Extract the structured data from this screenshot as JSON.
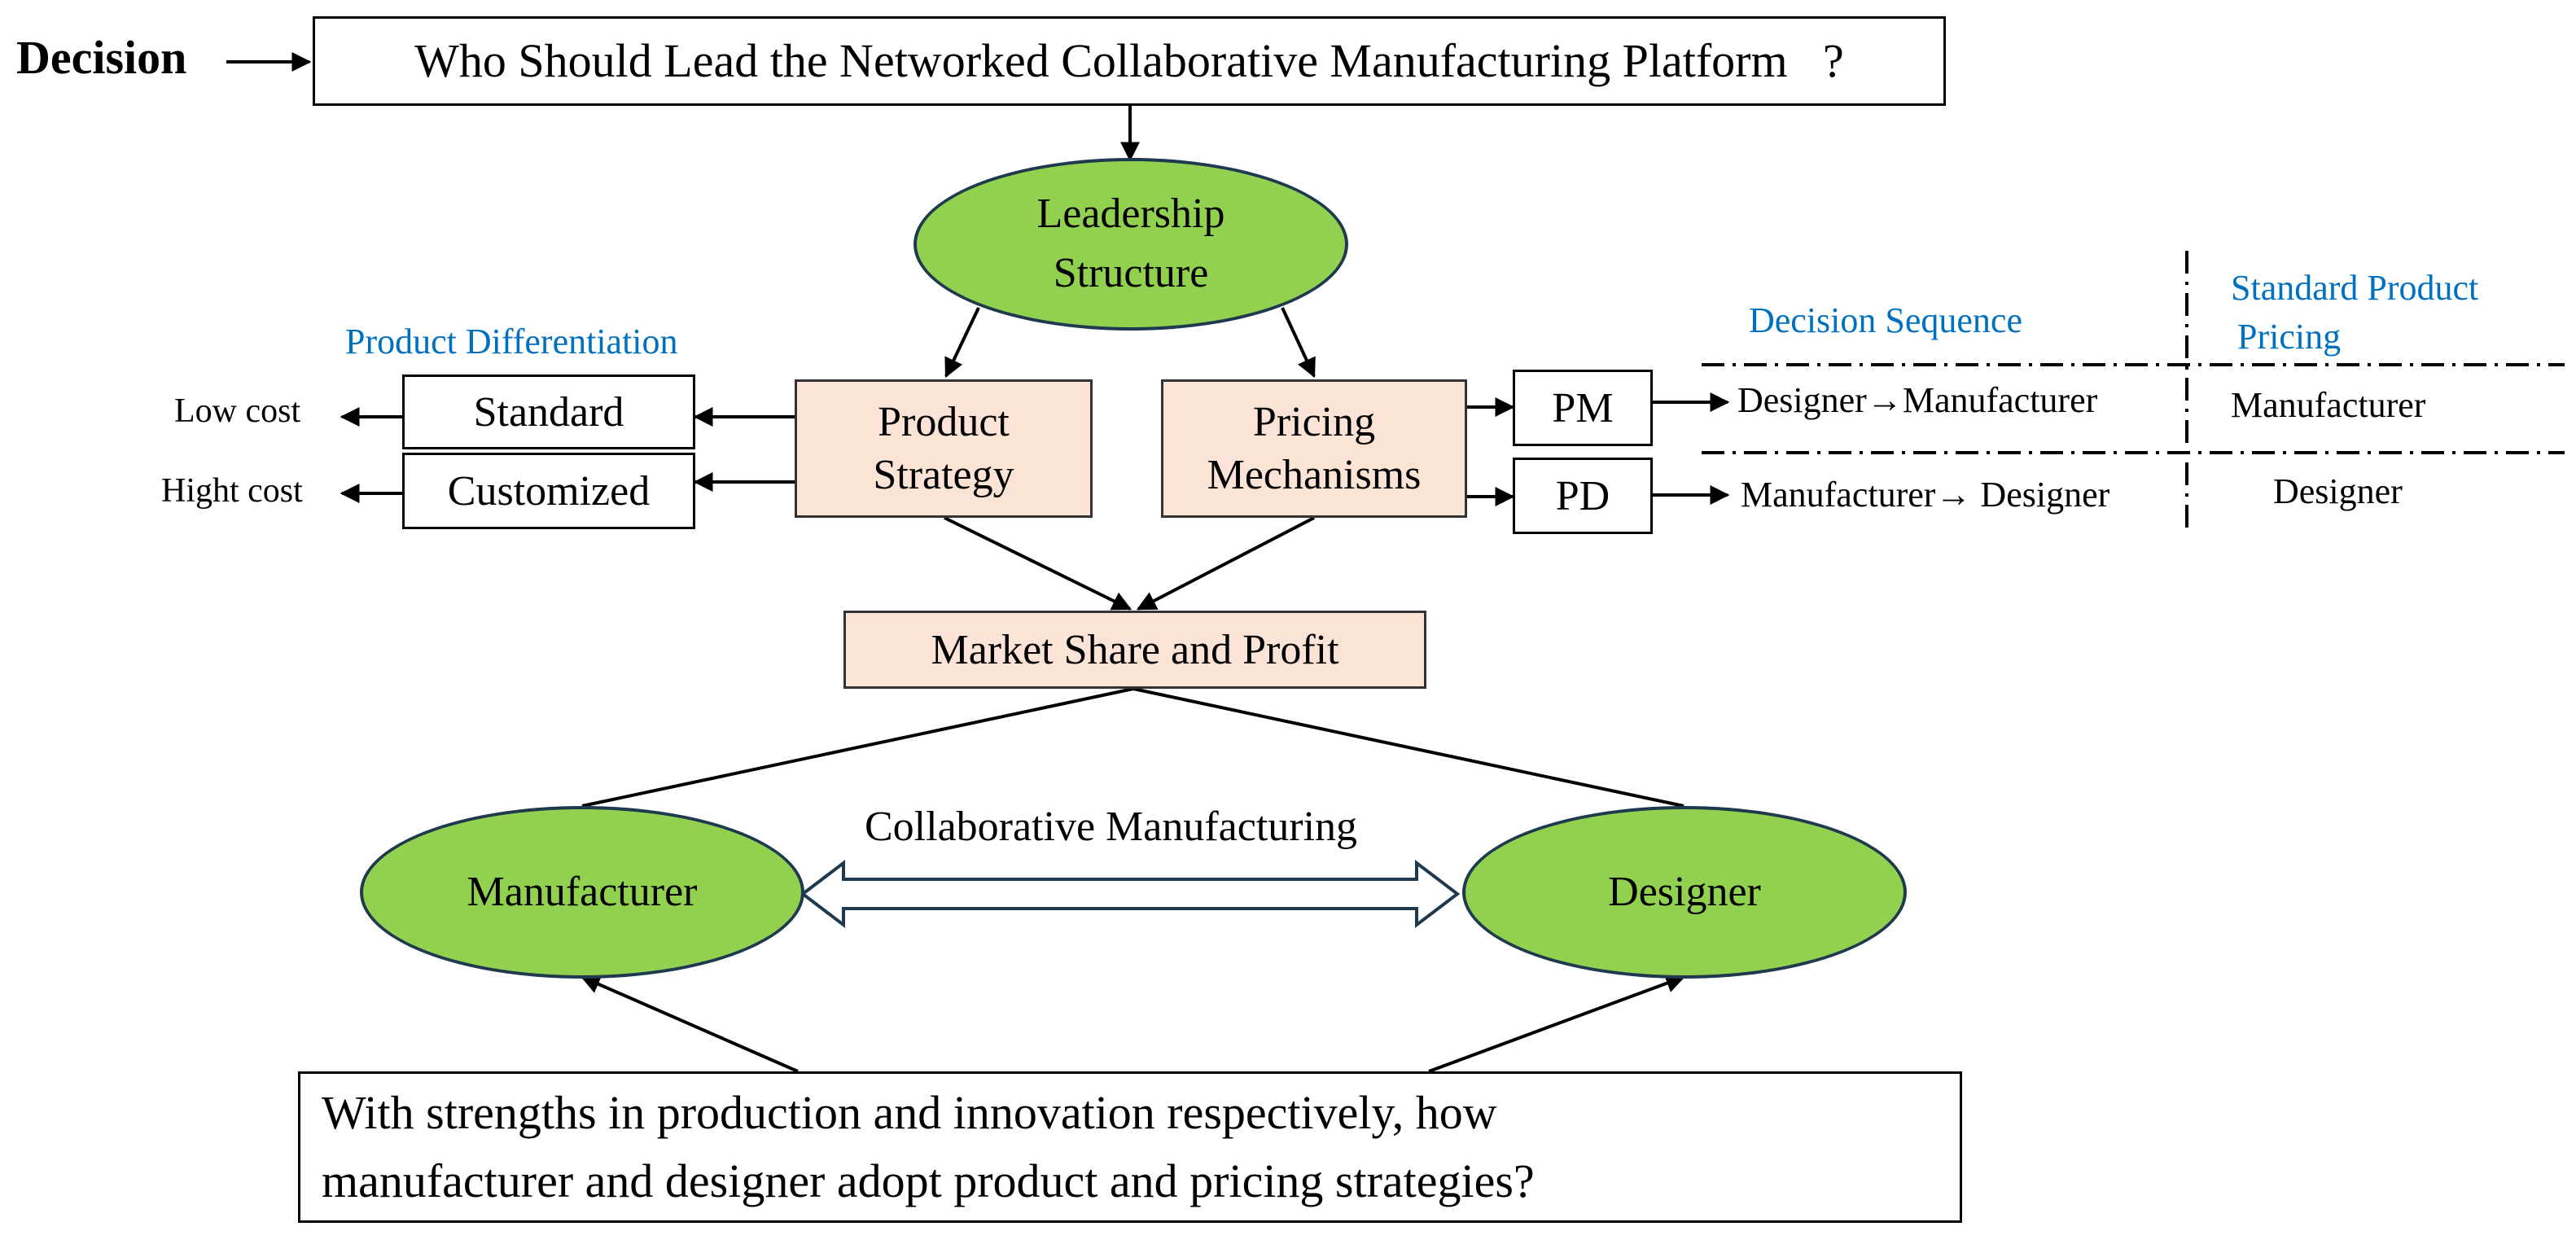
{
  "decision_label": "Decision",
  "question": "Who Should Lead the Networked Collaborative Manufacturing Platform   ?",
  "leadership": {
    "line1": "Leadership",
    "line2": "Structure"
  },
  "product_strategy": {
    "line1": "Product",
    "line2": "Strategy"
  },
  "pricing_mechanisms": {
    "line1": "Pricing",
    "line2": "Mechanisms"
  },
  "product_differentiation": {
    "title": "Product Differentiation",
    "standard": "Standard",
    "customized": "Customized",
    "low_cost": "Low cost",
    "high_cost": "Hight cost"
  },
  "pricing": {
    "pm": "PM",
    "pd": "PD",
    "decision_sequence_title": "Decision Sequence",
    "standard_pricing_title_line1": "Standard Product",
    "standard_pricing_title_line2": "Pricing",
    "pm_sequence": "Designer→Manufacturer",
    "pd_sequence": "Manufacturer→ Designer",
    "pm_pricer": "Manufacturer",
    "pd_pricer": "Designer"
  },
  "market_share": "Market Share and Profit",
  "collaborative": "Collaborative Manufacturing",
  "manufacturer": "Manufacturer",
  "designer": "Designer",
  "bottom_question": {
    "line1": "With strengths in production and innovation respectively, how",
    "line2": "manufacturer and designer adopt product and pricing strategies?"
  },
  "colors": {
    "ellipse_fill": "#92d050",
    "ellipse_border": "#1f3a4f",
    "peach_fill": "#fbe3d6",
    "accent_blue": "#0070c0"
  }
}
